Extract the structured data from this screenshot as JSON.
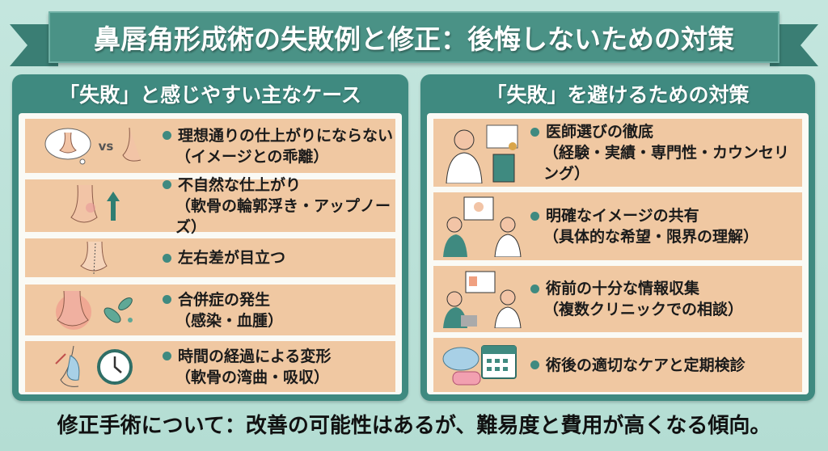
{
  "title": "鼻唇角形成術の失敗例と修正：後悔しないための対策",
  "left": {
    "heading": "「失敗」と感じやすい主なケース",
    "items": [
      {
        "main": "理想通りの仕上がりにならない",
        "sub": "（イメージとの乖離）",
        "vs": "vs"
      },
      {
        "main": "不自然な仕上がり",
        "sub": "（軟骨の輪郭浮き・アップノーズ）"
      },
      {
        "main": "左右差が目立つ"
      },
      {
        "main": "合併症の発生",
        "sub": "（感染・血腫）"
      },
      {
        "main": "時間の経過による変形",
        "sub": "（軟骨の湾曲・吸収）"
      }
    ]
  },
  "right": {
    "heading": "「失敗」を避けるための対策",
    "items": [
      {
        "main": "医師選びの徹底",
        "sub": "（経験・実績・専門性・カウンセリング）"
      },
      {
        "main": "明確なイメージの共有",
        "sub": "（具体的な希望・限界の理解）"
      },
      {
        "main": "術前の十分な情報収集",
        "sub": "（複数クリニックでの相談）"
      },
      {
        "main": "術後の適切なケアと定期検診"
      }
    ]
  },
  "footer": "修正手術について：改善の可能性はあるが、難易度と費用が高くなる傾向。",
  "colors": {
    "teal": "#3f8a80",
    "row": "#f0c8a2",
    "background": "#b9e0d8"
  }
}
